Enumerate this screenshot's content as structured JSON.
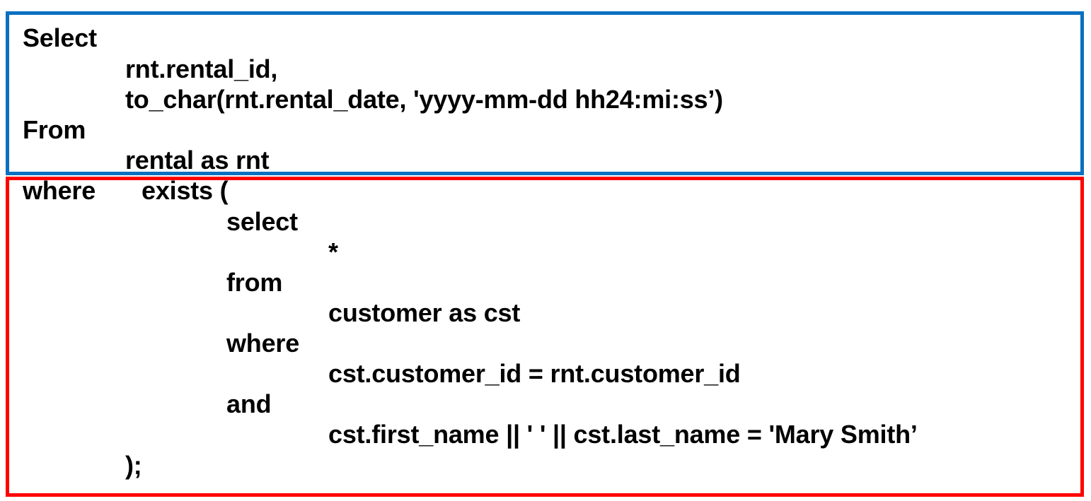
{
  "colors": {
    "outer_query_border": "#0a70c0",
    "subquery_border": "#ff0000",
    "text": "#000000",
    "background": "#ffffff"
  },
  "code": {
    "select_kw": "Select",
    "col1": "rnt.rental_id,",
    "col2": "to_char(rnt.rental_date, 'yyyy-mm-dd hh24:mi:ss’)",
    "from_kw": "From",
    "table": "rental as rnt",
    "where_kw": "where",
    "exists": "exists (",
    "sub_select_kw": "select",
    "sub_star": "*",
    "sub_from_kw": "from",
    "sub_table": "customer as cst",
    "sub_where_kw": "where",
    "sub_cond1": "cst.customer_id = rnt.customer_id",
    "sub_and_kw": "and",
    "sub_cond2": "cst.first_name || ' ' || cst.last_name = 'Mary Smith’",
    "close": ");"
  }
}
